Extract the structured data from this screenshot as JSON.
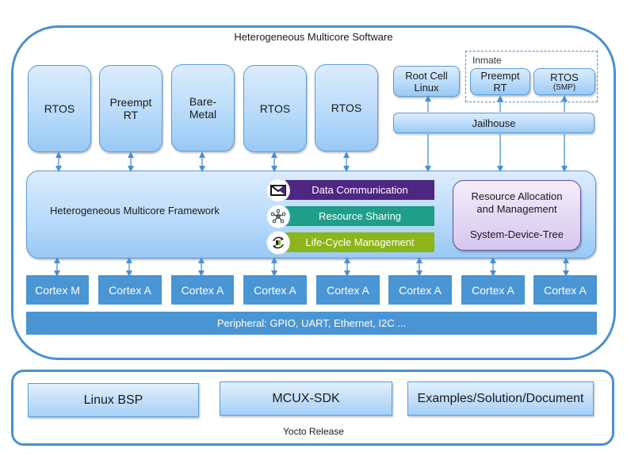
{
  "software": {
    "title": "Heterogeneous Multicore Software",
    "os_blocks": [
      {
        "line1": "RTOS",
        "line2": ""
      },
      {
        "line1": "Preempt",
        "line2": "RT"
      },
      {
        "line1": "Bare-",
        "line2": "Metal"
      },
      {
        "line1": "RTOS",
        "line2": ""
      },
      {
        "line1": "RTOS",
        "line2": ""
      }
    ],
    "root_cell": {
      "line1": "Root Cell",
      "line2": "Linux"
    },
    "inmate": {
      "label": "Inmate",
      "blocks": [
        {
          "line1": "Preempt",
          "line2": "RT"
        },
        {
          "line1": "RTOS",
          "line2": "(SMP)"
        }
      ]
    },
    "hypervisor": "Jailhouse",
    "framework": {
      "title": "Heterogeneous Multicore Framework",
      "services": [
        {
          "label": "Data Communication",
          "icon": "envelope-icon",
          "color": "#4f2683"
        },
        {
          "label": "Resource Sharing",
          "icon": "network-nodes-icon",
          "color": "#1f9e89"
        },
        {
          "label": "Life-Cycle Management",
          "icon": "lifecycle-cycle-icon",
          "color": "#8db51a"
        }
      ],
      "resource_box": {
        "line1": "Resource Allocation",
        "line2": "and Management",
        "line3": "System-Device-Tree"
      }
    },
    "cores": [
      "Cortex M",
      "Cortex A",
      "Cortex A",
      "Cortex A",
      "Cortex A",
      "Cortex A",
      "Cortex A",
      "Cortex A"
    ],
    "peripheral": "Peripheral: GPIO, UART, Ethernet, I2C ..."
  },
  "release": {
    "title": "Yocto Release",
    "items": [
      "Linux BSP",
      "MCUX-SDK",
      "Examples/Solution/Document"
    ]
  },
  "colors": {
    "accent_blue": "#4a95d3",
    "data_communication": "#4f2683",
    "resource_sharing": "#1f9e89",
    "life_cycle": "#8db51a",
    "resource_box_border": "#6a4a9c"
  }
}
